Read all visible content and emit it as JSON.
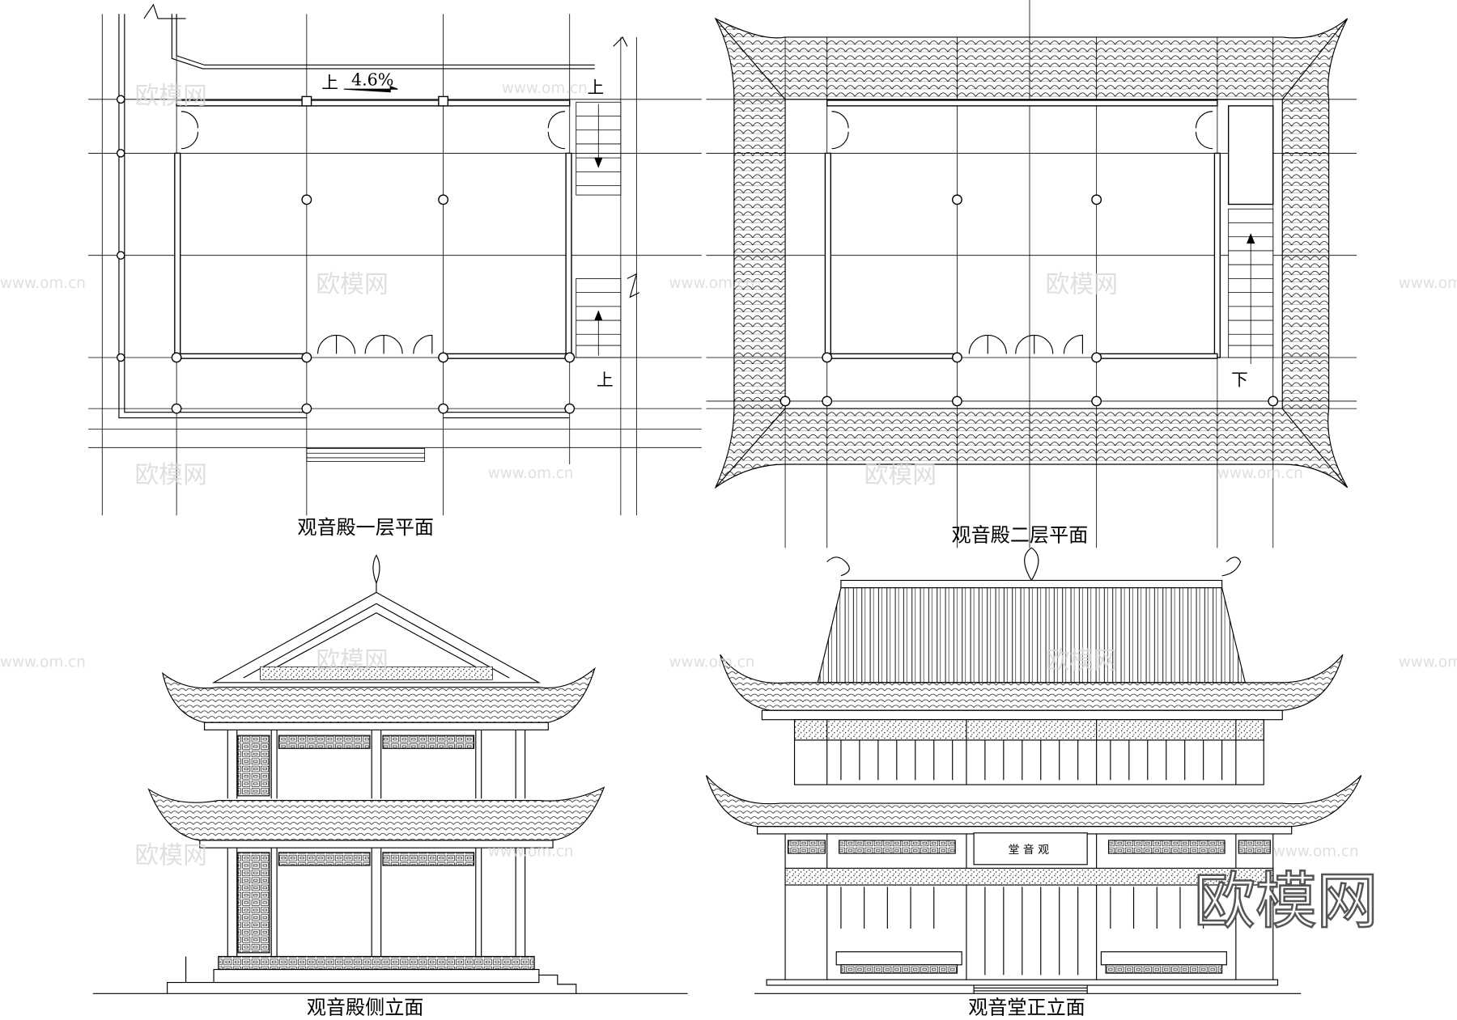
{
  "drawings": {
    "plan_1": {
      "caption": "观音殿一层平面",
      "slope_note": "上",
      "slope_value": "4.6%",
      "stair_up_top": "上",
      "stair_up_bottom": "上"
    },
    "plan_2": {
      "caption": "观音殿二层平面",
      "stair_down": "下"
    },
    "side_elevation": {
      "caption": "观音殿侧立面"
    },
    "front_elevation": {
      "caption": "观音堂正立面",
      "plaque": "堂音观"
    }
  },
  "watermark": {
    "logo": "欧模网",
    "url": "www.om.cn"
  },
  "colors": {
    "line": "#000000",
    "watermark": "#d8d8d8",
    "logo_outline": "#555555"
  }
}
